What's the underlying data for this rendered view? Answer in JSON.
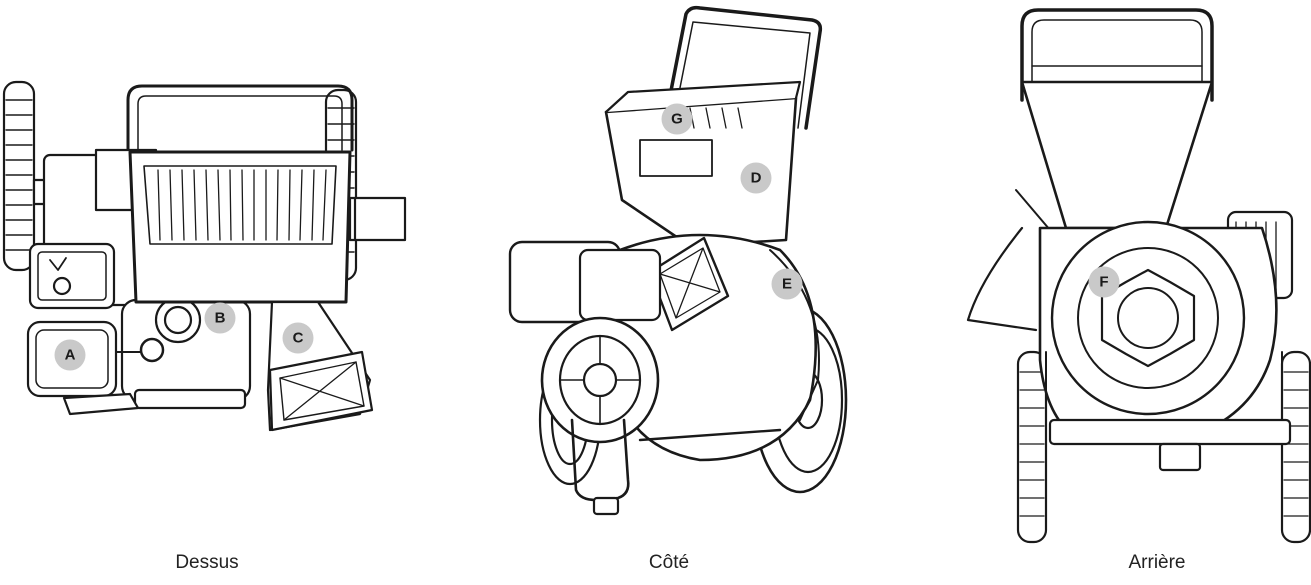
{
  "views": [
    {
      "id": "top",
      "label": "Dessus"
    },
    {
      "id": "side",
      "label": "Côté"
    },
    {
      "id": "rear",
      "label": "Arrière"
    }
  ],
  "callouts": [
    "A",
    "B",
    "C",
    "D",
    "E",
    "F",
    "G"
  ],
  "colors": {
    "line": "#1a1a1a",
    "badge": "#c9c9c9",
    "panel": "#f2f2f2"
  }
}
